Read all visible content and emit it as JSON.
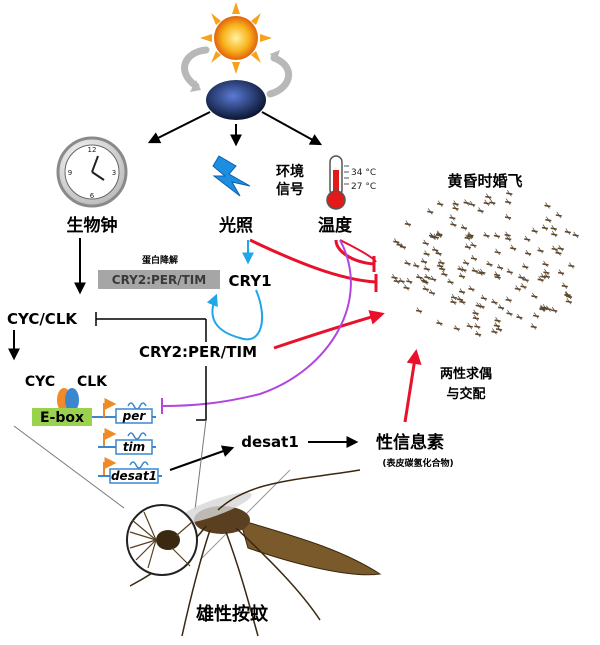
{
  "labels": {
    "circadian_clock": "生物钟",
    "light": "光照",
    "temperature": "温度",
    "env_signal_line1": "环境",
    "env_signal_line2": "信号",
    "temp_high": "34 °C",
    "temp_low": "27 °C",
    "swarming": "黄昏时婚飞",
    "protein_degradation": "蛋白降解",
    "complex_gray": "CRY2:PER/TIM",
    "cry1": "CRY1",
    "cyc_clk": "CYC/CLK",
    "complex_main": "CRY2:PER/TIM",
    "cyc": "CYC",
    "clk": "CLK",
    "ebox": "E-box",
    "gene_per": "per",
    "gene_tim": "tim",
    "gene_desat1": "desat1",
    "desat1": "desat1",
    "pheromone": "性信息素",
    "pheromone_sub": "(表皮碳氢化合物)",
    "courtship_line1": "两性求偶",
    "courtship_line2": "与交配",
    "male_mosquito": "雄性按蚊"
  },
  "colors": {
    "red_arrow": "#e8102a",
    "blue_arrow": "#1ea7e8",
    "purple_arrow": "#b245e0",
    "ebox_green": "#9ad14f",
    "gray_box": "#a6a6a6",
    "sun": "#f6a21a"
  },
  "icons": [
    "sun-icon",
    "moon-icon",
    "clock-icon",
    "lightning-icon",
    "thermometer-icon",
    "mosquito-icon",
    "magnifier-icon"
  ]
}
